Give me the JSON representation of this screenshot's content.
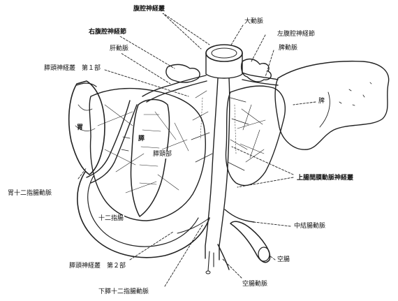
{
  "labels": {
    "celiac_plexus": "腹腔神経叢",
    "aorta": "大動脈",
    "right_celiac_ganglion": "右腹腔神経節",
    "left_celiac_ganglion": "左腹腔神経節",
    "hepatic_artery": "肝動脈",
    "splenic_artery": "脾動脈",
    "pancreatic_head_plexus_1": "膵頭神経叢　第１部",
    "spleen": "脾",
    "stomach": "胃",
    "pancreas": "膵",
    "pancreatic_neck": "膵頸部",
    "sma_plexus": "上腸間膜動脈神経叢",
    "gastroduodenal_artery": "胃十二指腸動脈",
    "duodenum": "十二指腸",
    "middle_colic_artery": "中結腸動脈",
    "jejunum": "空腸",
    "pancreatic_head_plexus_2": "膵頭神経叢　第２部",
    "jejunal_artery": "空腸動脈",
    "inferior_pancreaticoduodenal_artery": "下膵十二指腸動脈"
  }
}
